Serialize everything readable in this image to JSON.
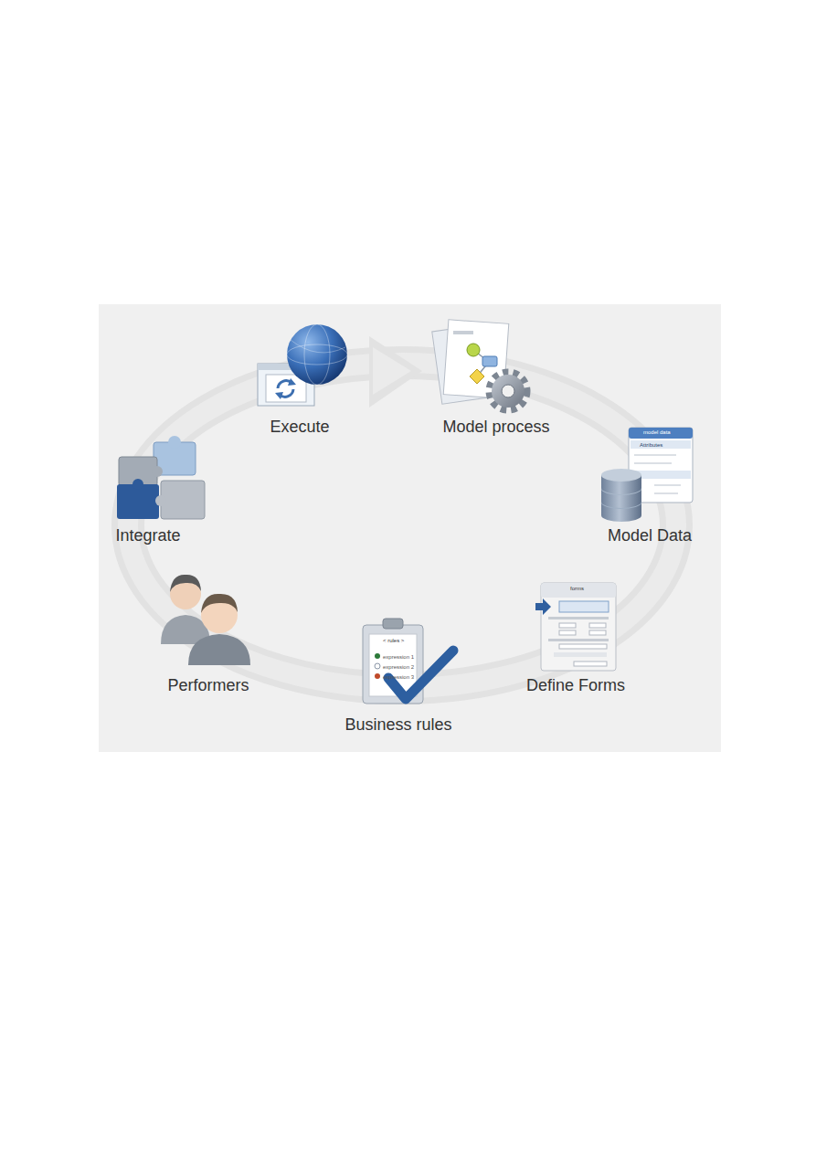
{
  "diagram": {
    "nodes": [
      {
        "text": [
          "Execute"
        ]
      },
      {
        "text": [
          "Model process"
        ]
      },
      {
        "text": [
          "Model Data"
        ]
      },
      {
        "text": [
          "Define Forms"
        ]
      },
      {
        "text": [
          "Business rules"
        ]
      },
      {
        "text": [
          "Performers"
        ]
      },
      {
        "text": [
          "Integrate"
        ]
      }
    ],
    "labels": [
      "model data",
      "Attributes",
      "forms",
      "< rules >",
      "expression 1",
      "expression 2",
      "expression 3"
    ]
  }
}
